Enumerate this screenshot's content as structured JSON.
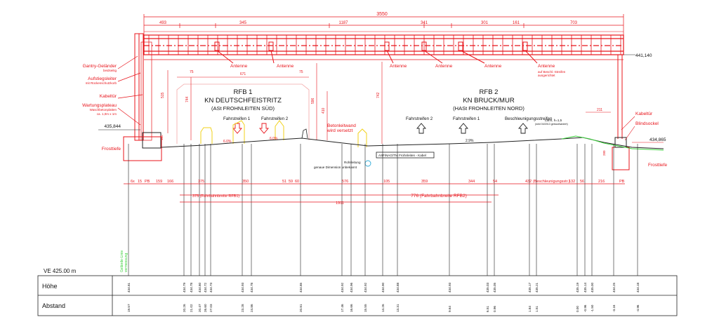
{
  "colors": {
    "red": "#e8141b",
    "black": "#111111",
    "green": "#3bd13b",
    "yellow": "#f2d21b",
    "cyan": "#2aa9d8",
    "pink": "#f3a6a6"
  },
  "rfb1": {
    "line1": "RFB 1",
    "line2": "KN DEUTSCHFEISTRITZ",
    "line3": "(ASt FROHNLEITEN SÜD)"
  },
  "rfb2": {
    "line1": "RFB 2",
    "line2": "KN BRUCK/MUR",
    "line3": "(HASt FROHNLEITEN NORD)"
  },
  "lane_labels": {
    "fs1_left": "Fahrstreifen 1",
    "fs2_left": "Fahrstreifen 2",
    "fs2_right": "Fahrstreifen 2",
    "fs1_right": "Fahrstreifen 1",
    "besch": "Beschleunigungsstreifen"
  },
  "top_dims": {
    "total": "3550",
    "d1": "493",
    "d2": "345",
    "d3": "1187",
    "d4": "341",
    "d5": "301",
    "d6": "161",
    "d7": "703"
  },
  "antennas": [
    "Antenne",
    "Antenne",
    "Antenne",
    "Antenne",
    "Antenne",
    "Antenne"
  ],
  "antenna_note": {
    "line1": "auf Beschl.-Streifen",
    "line2": "ausgerichtet"
  },
  "left_labels": {
    "gelaender": "Gantry-Geländer",
    "gelaender_sub": "beidseitig",
    "leiter": "Aufstiegsleiter",
    "leiter_sub": "mit Rückenschutzkorb",
    "kabeltuer": "Kabeltür",
    "plateau": "Wartungsplateau",
    "plateau_sub1": "Waschbetonplatten",
    "plateau_sub2": "ca. 1,0m x 1m",
    "elev": "435,844",
    "frost": "Frosttiefe"
  },
  "right_labels": {
    "elev_top": "441,140",
    "elev": "434,865",
    "kabeltuer": "Kabeltür",
    "blindsockel": "Blindsockel",
    "frost": "Frosttiefe",
    "dim": "211",
    "laerm1": "Lärm, h=1,5",
    "laerm2": "(wird 04/2013 gebaut/saniert)"
  },
  "middle_labels": {
    "betonleitwand1": "Betonleitwand",
    "betonleitwand2": "wird versetzt",
    "cable": "ASFiNAG/TM Frohnleiten - Kabel",
    "rohr1": "Rohrleitung",
    "rohr2": "genaue Dimension unbekannt",
    "slope1": "6.0%",
    "slope2": "6.0%",
    "slope3": "2.9%",
    "v_dims": [
      "515",
      "744",
      "596",
      "410",
      "742",
      "120",
      "280"
    ],
    "top_inner": "671",
    "small_l": "75",
    "small_r": "75"
  },
  "bottom_dims": [
    "6x",
    "15",
    "PB",
    "159",
    "166",
    "375",
    "350",
    "51",
    "59",
    "60",
    "576",
    "105",
    "359",
    "344",
    "54",
    "432 (Beschleunigungsstr.)",
    "132",
    "56",
    "216",
    "PB"
  ],
  "width_dims": {
    "total": "1911",
    "fb1": "375 (Fahrbahnbreite RFB1)",
    "fb2": "776 (Fahrbahnbreite RFB2)"
  },
  "green_vertical": {
    "line1": "Gelände-Linie",
    "line2": "vermessung"
  },
  "ve": "VE 425.00 m",
  "table": {
    "row1": "Höhe",
    "row2": "Abstand",
    "stations": [
      {
        "h": "434.81",
        "a": "19.57"
      },
      {
        "h": "434.79",
        "a": "20.26"
      },
      {
        "h": "434.80",
        "a": "20.47"
      },
      {
        "h": "434.78",
        "a": "21.02"
      },
      {
        "h": "434.72",
        "a": "26.60"
      },
      {
        "h": "434.73",
        "a": "27.03"
      },
      {
        "h": "434.93",
        "a": "23.28"
      },
      {
        "h": "434.78",
        "a": "24.86"
      },
      {
        "h": "434.85",
        "a": "20.81"
      },
      {
        "h": "434.92",
        "a": "17.46"
      },
      {
        "h": "434.96",
        "a": "16.66"
      },
      {
        "h": "434.92",
        "a": "15.55"
      },
      {
        "h": "434.90",
        "a": "14.26"
      },
      {
        "h": "434.88",
        "a": "13.31"
      },
      {
        "h": "434.93",
        "a": "9.64"
      },
      {
        "h": "435.03",
        "a": "6.51"
      },
      {
        "h": "435.05",
        "a": "0.96"
      },
      {
        "h": "435.17",
        "a": "1.84"
      },
      {
        "h": "435.21",
        "a": "1.51"
      },
      {
        "h": "435.19",
        "a": "0.00"
      },
      {
        "h": "435.14",
        "a": "-0.96"
      },
      {
        "h": "435.00",
        "a": "-1.50"
      },
      {
        "h": "434.25",
        "a": "-3.16"
      },
      {
        "h": "434.18",
        "a": "-4.96"
      }
    ]
  }
}
